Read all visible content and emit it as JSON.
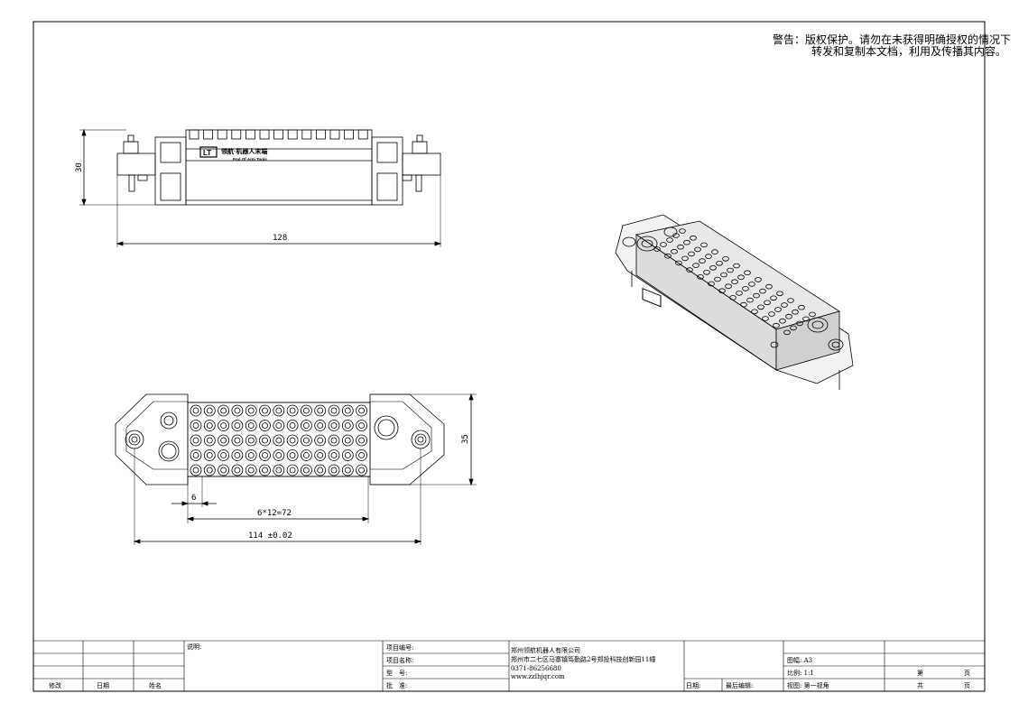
{
  "warning": {
    "label": "警告：",
    "line1": "版权保护。请勿在未获得明确授权的情况下",
    "line2": "转发和复制本文档，利用及传播其内容。"
  },
  "front_view": {
    "logo_abbr": "LT",
    "brand_cn": "领航·机器人末端",
    "brand_en": "End Of Arm Tools",
    "dim_height": "30",
    "dim_width": "128"
  },
  "top_view": {
    "dim_height": "35",
    "dim_pitch": "6",
    "dim_pitch_total": "6*12=72",
    "dim_overall": "114 ±0.02"
  },
  "title_block": {
    "notes_label": "说明:",
    "rev_headers": [
      "修改",
      "日期",
      "姓名"
    ],
    "project_no_label": "项目编号:",
    "project_name_label": "项目名称:",
    "model_label": "型　号:",
    "approve_label": "批　准:",
    "company_name": "郑州领航机器人有限公司",
    "company_address": "郑州市二七区马寨镇笃勤路2号郑投科技创新园11幢",
    "company_phone": "0371-86256680",
    "company_web": "www.zzlhjqr.com",
    "date_label": "日期:",
    "last_edit_label": "最后编辑:",
    "sheet_size": "图幅: A3",
    "scale": "比例: 1:1",
    "view": "视图: 第一视角",
    "page_label": "第",
    "total_label": "共",
    "page_unit": "页"
  }
}
